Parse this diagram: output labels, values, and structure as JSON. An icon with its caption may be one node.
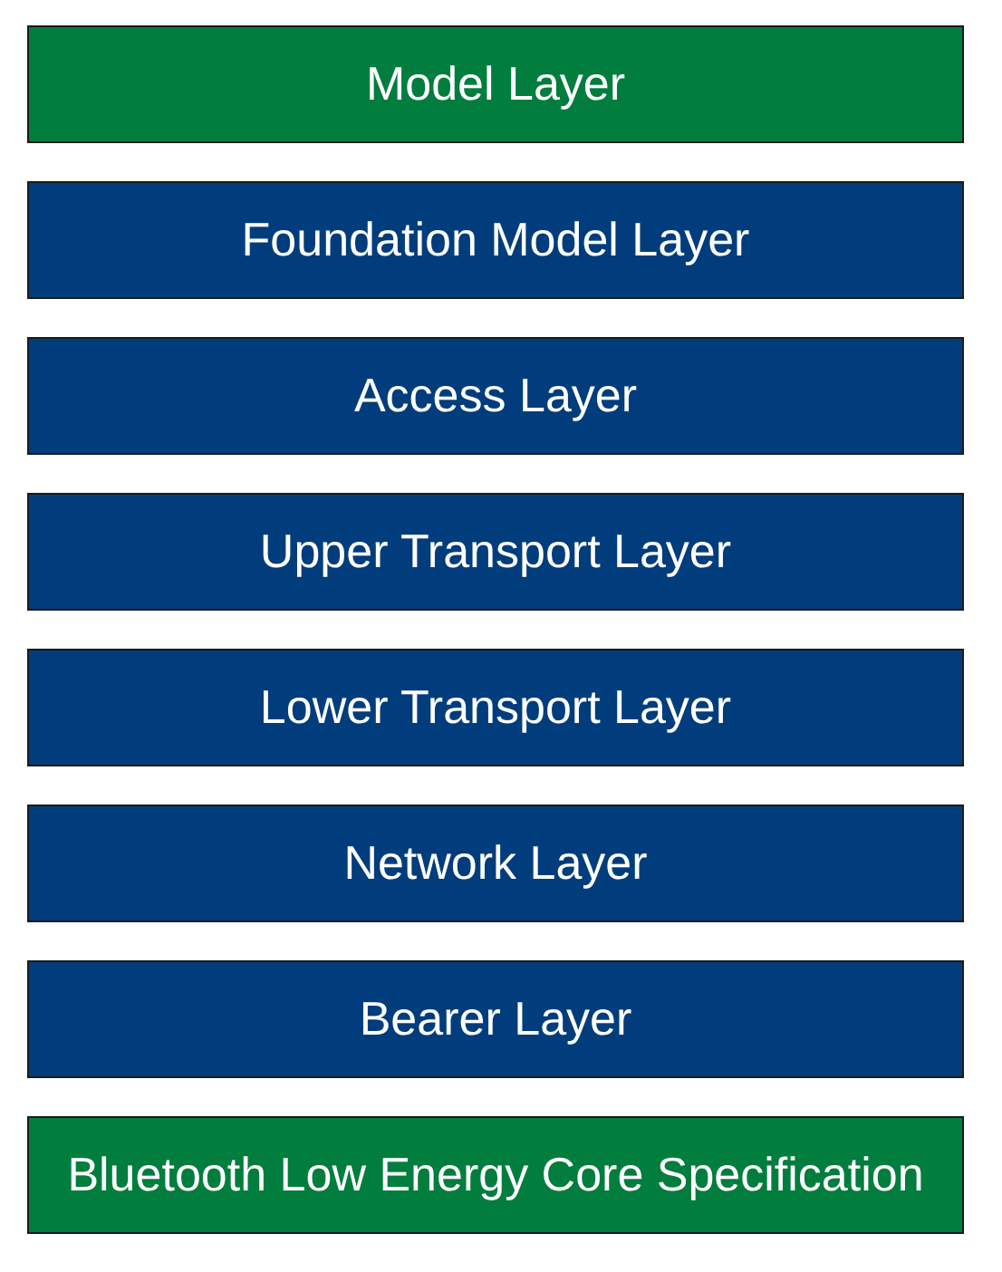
{
  "diagram": {
    "nodes": [
      {
        "text": [
          "Model Layer"
        ]
      },
      {
        "text": [
          "Foundation Model Layer"
        ]
      },
      {
        "text": [
          "Access Layer"
        ]
      },
      {
        "text": [
          "Upper Transport Layer"
        ]
      },
      {
        "text": [
          "Lower Transport Layer"
        ]
      },
      {
        "text": [
          "Network Layer"
        ]
      },
      {
        "text": [
          "Bearer Layer"
        ]
      },
      {
        "text": [
          "Bluetooth Low Energy Core Specification"
        ]
      }
    ]
  }
}
